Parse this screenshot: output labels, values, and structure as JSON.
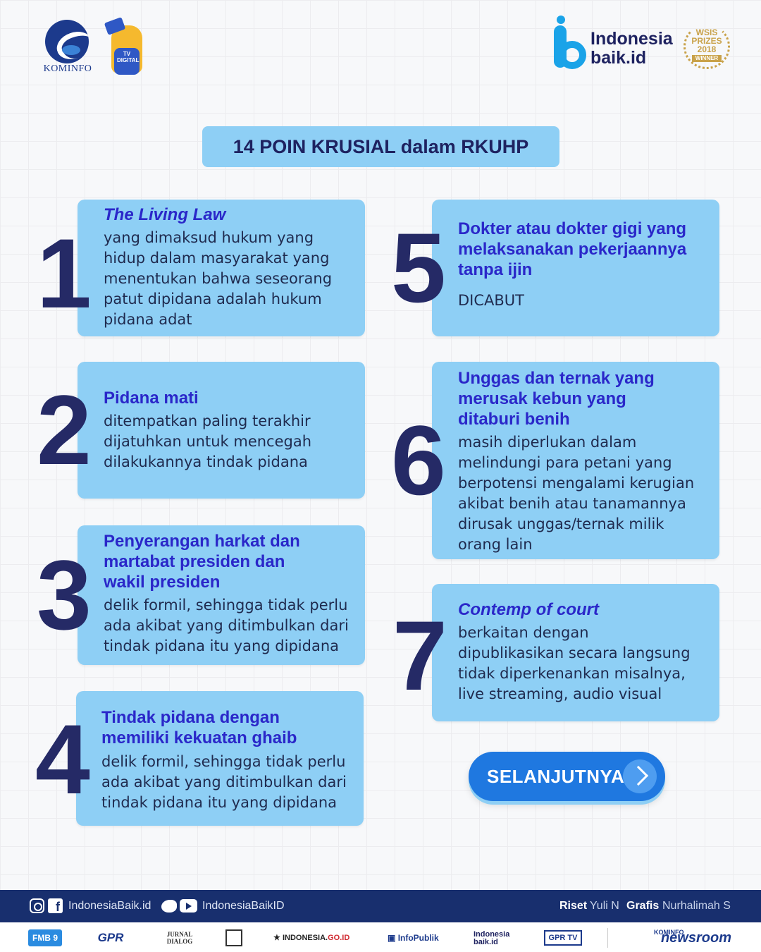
{
  "header": {
    "kominfo_label": "KOMINFO",
    "mascot_text": "TV DIGITAL",
    "brand_line1": "Indonesia",
    "brand_line2": "baik.id",
    "award_line1": "WSIS PRIZES 2018",
    "award_line2": "WINNER"
  },
  "title": "14 POIN KRUSIAL dalam RKUHP",
  "points": [
    {
      "number": "1",
      "title": "The Living Law",
      "desc": "yang dimaksud hukum yang hidup dalam masyarakat yang menentukan bahwa seseorang patut dipidana adalah hukum pidana adat"
    },
    {
      "number": "2",
      "title": "Pidana mati",
      "desc": "ditempatkan paling terakhir dijatuhkan untuk mencegah dilakukannya tindak pidana"
    },
    {
      "number": "3",
      "title": "Penyerangan harkat dan martabat presiden dan wakil presiden",
      "desc": "delik formil, sehingga tidak perlu ada akibat yang ditimbulkan dari tindak pidana itu yang dipidana"
    },
    {
      "number": "4",
      "title": "Tindak pidana dengan memiliki kekuatan ghaib",
      "desc": "delik formil, sehingga tidak perlu ada akibat yang ditimbulkan dari tindak pidana itu yang dipidana"
    },
    {
      "number": "5",
      "title": "Dokter atau dokter gigi yang melaksanakan pekerjaannya tanpa ijin",
      "desc": "DICABUT"
    },
    {
      "number": "6",
      "title": "Unggas dan ternak yang merusak kebun yang ditaburi benih",
      "desc": "masih diperlukan dalam melindungi para petani yang berpotensi mengalami kerugian akibat benih atau tanamannya dirusak unggas/ternak milik orang lain"
    },
    {
      "number": "7",
      "title": "Contemp of court",
      "desc": "berkaitan dengan dipublikasikan secara langsung tidak diperkenankan misalnya, live streaming, audio visual"
    }
  ],
  "next_button": "SELANJUTNYA",
  "footer": {
    "social_1": "IndonesiaBaik.id",
    "social_2": "IndonesiaBaikID",
    "riset_label": "Riset",
    "riset_name": "Yuli N",
    "grafis_label": "Grafis",
    "grafis_name": "Nurhalimah S"
  },
  "partner_logos": {
    "fmb": "FMB 9",
    "gpr": "GPR",
    "jurnal": "JURNAL DIALOG",
    "indonesia_a": "INDONESIA.",
    "indonesia_b": "GO.ID",
    "infopublik": "InfoPublik",
    "ib_a": "Indonesia",
    "ib_b": "baik.id",
    "gprtv": "GPR TV",
    "newsroom_top": "KOMINFO",
    "newsroom": "newsroom"
  },
  "colors": {
    "card": "#8ecff5",
    "number": "#252a66",
    "title_text": "#2a27c9",
    "button": "#1f78e0",
    "footer": "#182f6e"
  }
}
